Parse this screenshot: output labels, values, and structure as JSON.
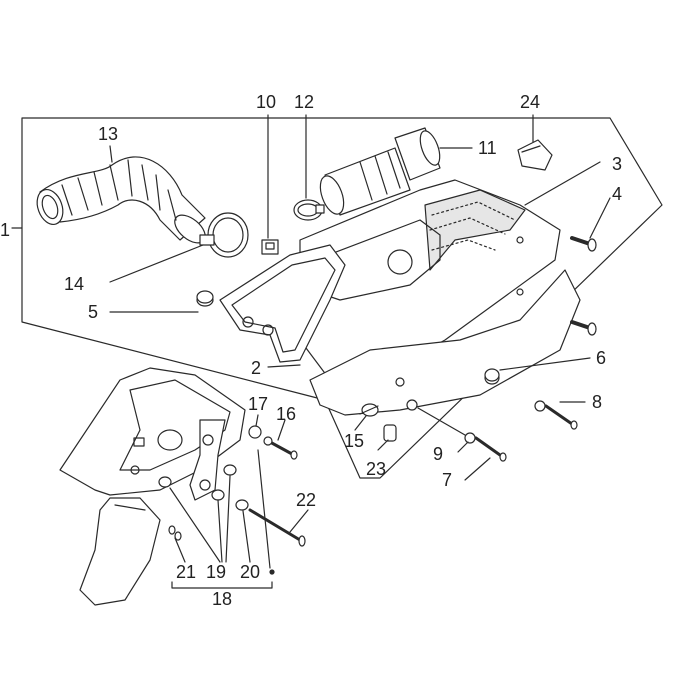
{
  "colors": {
    "line": "#2a2a2a",
    "part_fill": "#ffffff",
    "filter_mesh": "#cfcfcf",
    "shade": "#e6e6e6"
  },
  "callouts": {
    "c1": "1",
    "c2": "2",
    "c3": "3",
    "c4": "4",
    "c5": "5",
    "c6": "6",
    "c7": "7",
    "c8": "8",
    "c9": "9",
    "c10": "10",
    "c11": "11",
    "c12": "12",
    "c13": "13",
    "c14": "14",
    "c15": "15",
    "c16": "16",
    "c17": "17",
    "c18": "18",
    "c19": "19",
    "c20": "20",
    "c21": "21",
    "c22": "22",
    "c23": "23",
    "c24": "24"
  }
}
